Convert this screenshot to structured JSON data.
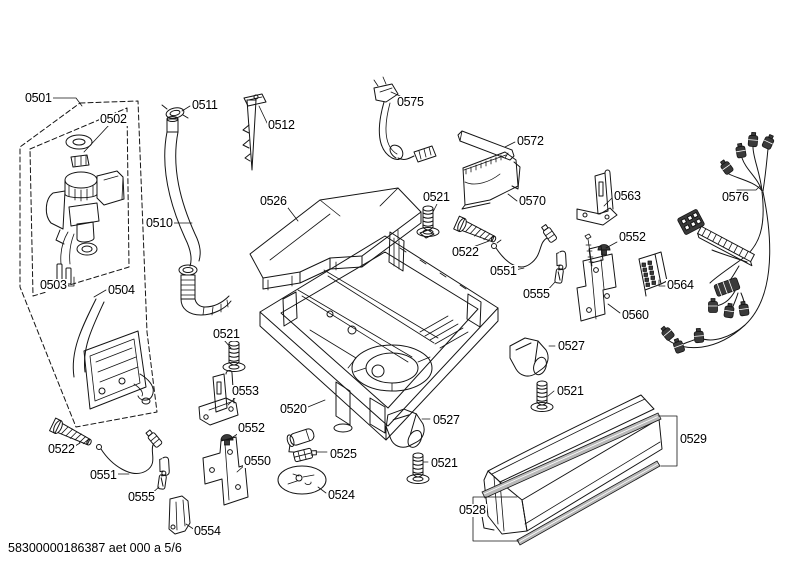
{
  "doc": {
    "kind": "exploded parts diagram",
    "footer": "58300000186387 aet 000 a 5/6"
  },
  "labels": [
    {
      "part": "0501"
    },
    {
      "part": "0502"
    },
    {
      "part": "0511"
    },
    {
      "part": "0512"
    },
    {
      "part": "0575"
    },
    {
      "part": "0572"
    },
    {
      "part": "0570"
    },
    {
      "part": "0563"
    },
    {
      "part": "0576"
    },
    {
      "part": "0526"
    },
    {
      "part": "0510"
    },
    {
      "part": "0521"
    },
    {
      "part": "0522"
    },
    {
      "part": "0551"
    },
    {
      "part": "0555"
    },
    {
      "part": "0552"
    },
    {
      "part": "0564"
    },
    {
      "part": "0560"
    },
    {
      "part": "0503"
    },
    {
      "part": "0504"
    },
    {
      "part": "0521"
    },
    {
      "part": "0553"
    },
    {
      "part": "0552"
    },
    {
      "part": "0550"
    },
    {
      "part": "0522"
    },
    {
      "part": "0551"
    },
    {
      "part": "0555"
    },
    {
      "part": "0554"
    },
    {
      "part": "0520"
    },
    {
      "part": "0525"
    },
    {
      "part": "0524"
    },
    {
      "part": "0527"
    },
    {
      "part": "0521"
    },
    {
      "part": "0527"
    },
    {
      "part": "0521"
    },
    {
      "part": "0528"
    },
    {
      "part": "0529"
    }
  ]
}
